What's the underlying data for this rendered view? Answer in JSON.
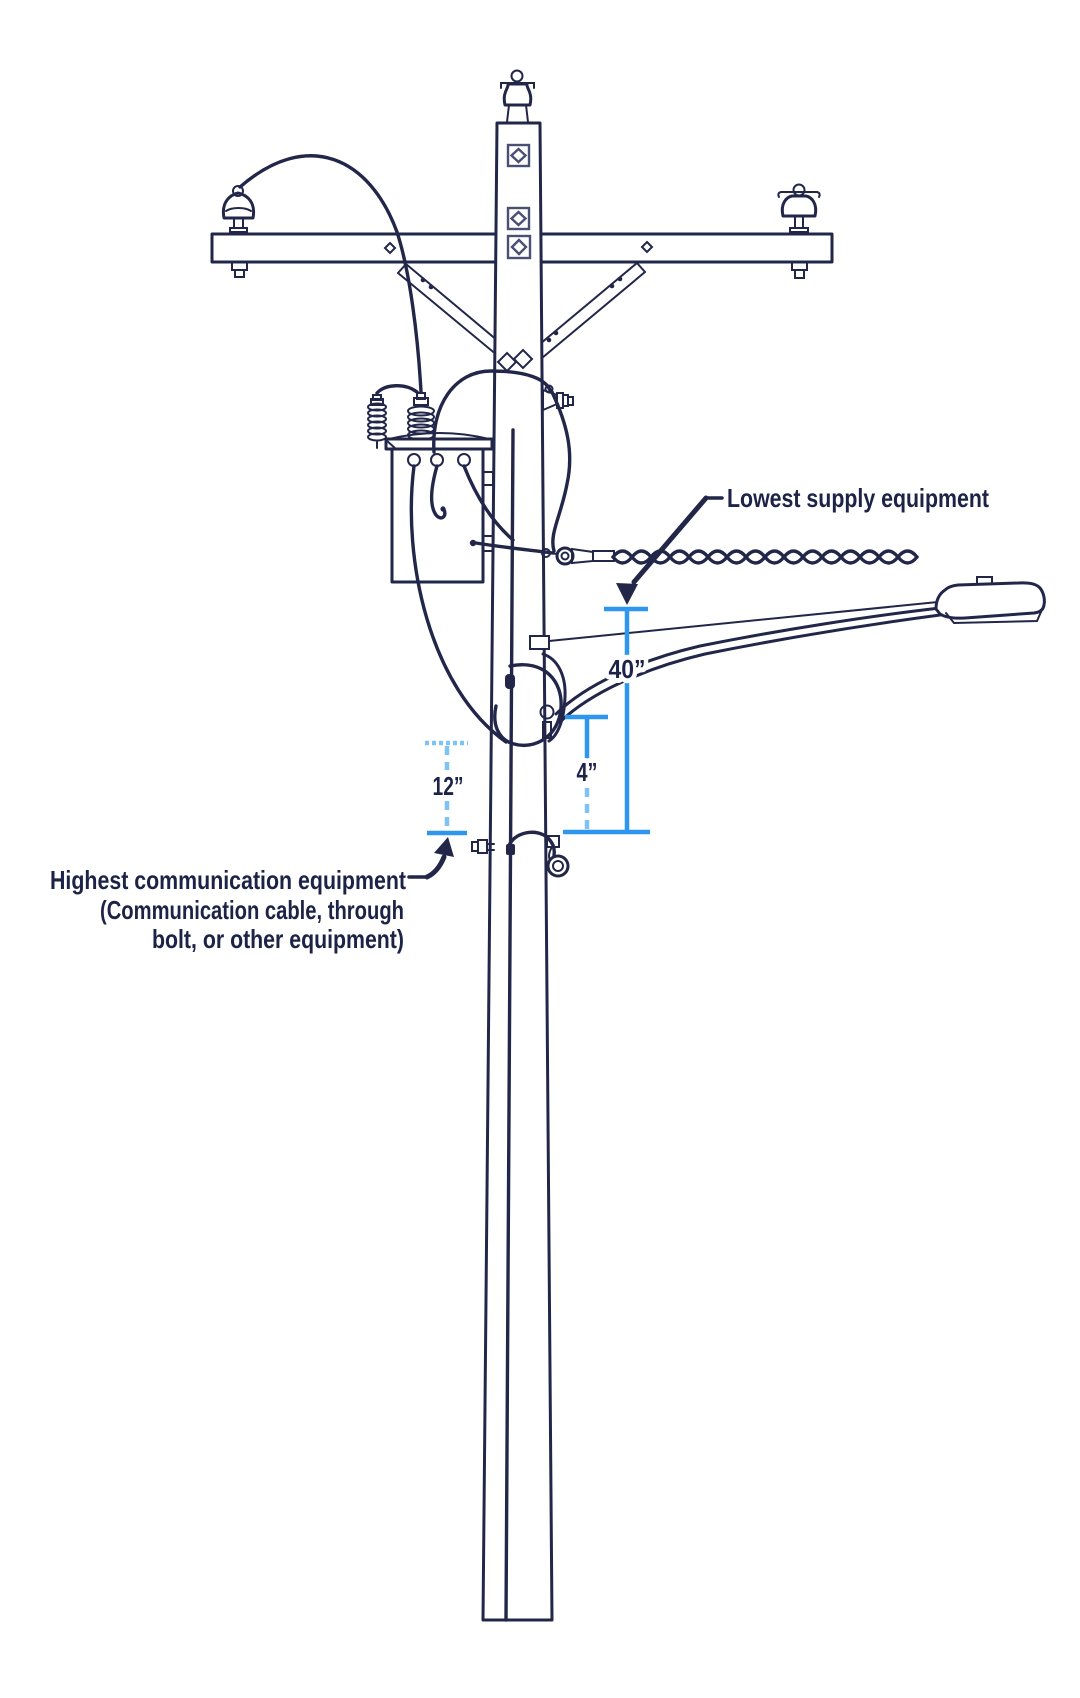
{
  "diagram": {
    "background": "#ffffff",
    "colors": {
      "line_navy": "#222749",
      "dimension_blue": "#2e96ee",
      "dimension_blue_light": "#7fc2f4",
      "text_navy": "#1d2347"
    },
    "callouts": {
      "lowest_supply": {
        "label": "Lowest supply equipment"
      },
      "highest_communication": {
        "line1": "Highest communication equipment",
        "line2": "(Communication cable, through",
        "line3": "bolt, or other equipment)"
      }
    },
    "dimensions": {
      "supply_to_comm": {
        "label": "40”",
        "inches": 40
      },
      "comm_space": {
        "label": "12”",
        "inches": 12
      },
      "bracket_space": {
        "label": "4”",
        "inches": 4
      }
    }
  }
}
